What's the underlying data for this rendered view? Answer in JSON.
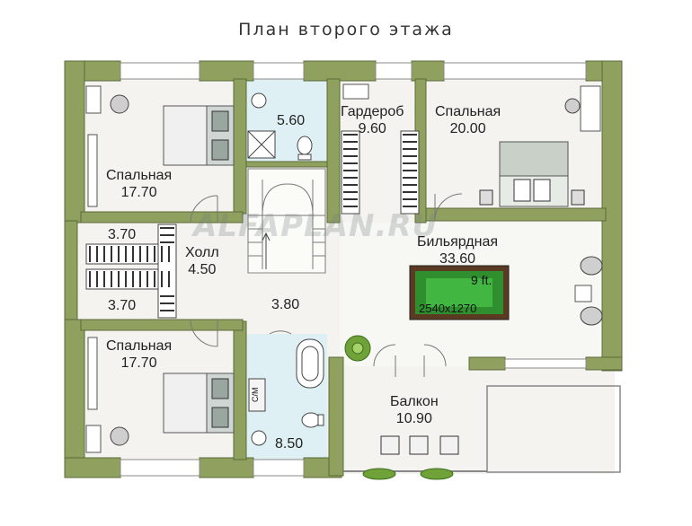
{
  "title": "План второго этажа",
  "watermark": "ALFAPLAN.RU",
  "rooms": [
    {
      "id": "bedroom-top-left",
      "name": "Спальная",
      "area": "17.70"
    },
    {
      "id": "bathroom-top",
      "name": "",
      "area": "5.60"
    },
    {
      "id": "wardrobe",
      "name": "Гардероб",
      "area": "9.60"
    },
    {
      "id": "bedroom-top-right",
      "name": "Спальная",
      "area": "20.00"
    },
    {
      "id": "closet-upper",
      "name": "",
      "area": "3.70"
    },
    {
      "id": "closet-lower",
      "name": "",
      "area": "3.70"
    },
    {
      "id": "hall",
      "name": "Холл",
      "area": "4.50"
    },
    {
      "id": "stair-landing",
      "name": "",
      "area": "3.80"
    },
    {
      "id": "billiard",
      "name": "Бильярдная",
      "area": "33.60"
    },
    {
      "id": "bedroom-bottom-left",
      "name": "Спальная",
      "area": "17.70"
    },
    {
      "id": "bathroom-bottom",
      "name": "",
      "area": "8.50"
    },
    {
      "id": "balcony",
      "name": "Балкон",
      "area": "10.90"
    }
  ],
  "billiard_table": {
    "size_label": "9 ft.",
    "dims_label": "2540x1270"
  },
  "appliance_label": "С/М",
  "colors": {
    "wall": "#8fa05f",
    "wall_dark": "#5b6b3a",
    "floor": "#f3f2ee",
    "bath": "#dff0f4",
    "table": "#2f8f2f"
  }
}
